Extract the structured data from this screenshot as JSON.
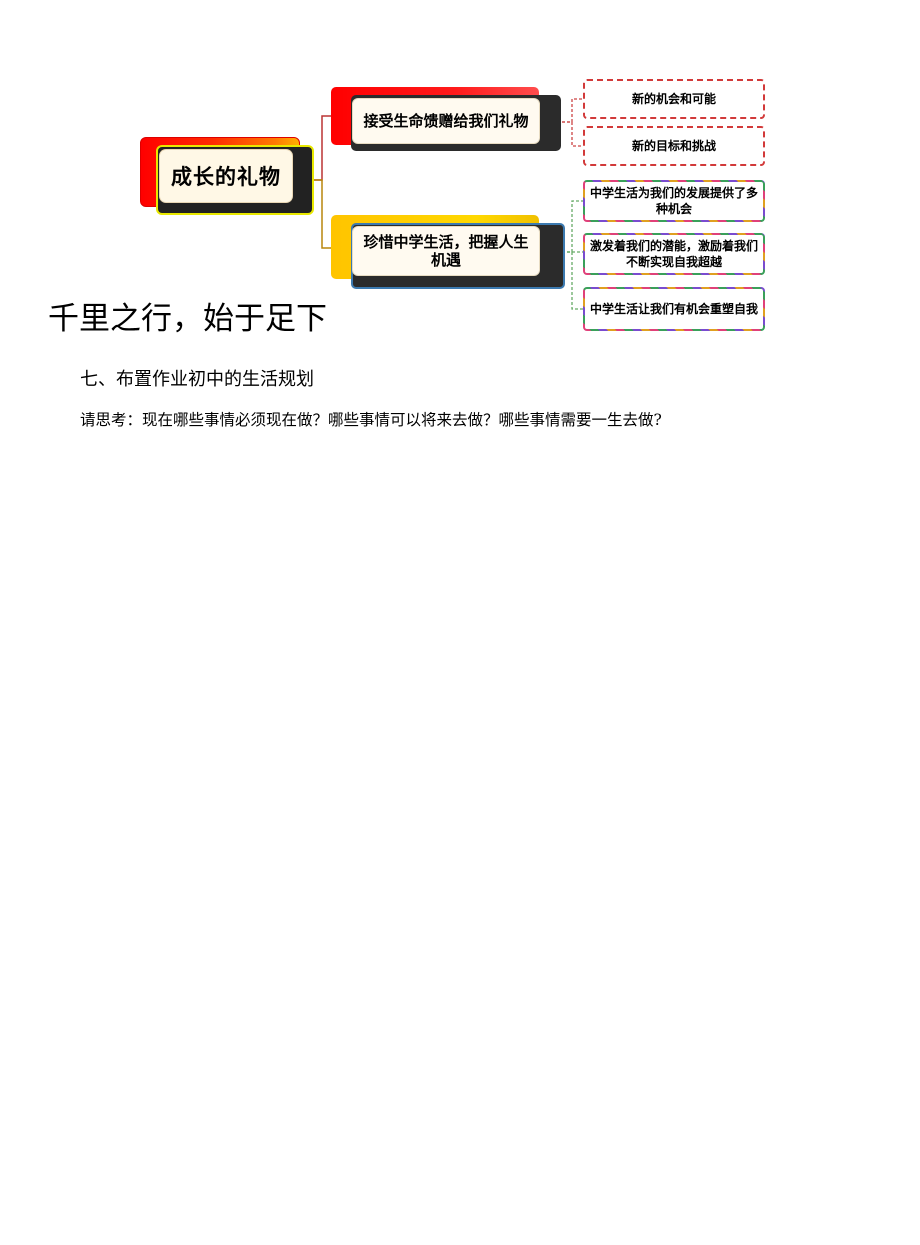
{
  "mindmap": {
    "root": "成长的礼物",
    "branches": [
      {
        "label": "接受生命馈赠给我们礼物",
        "leaves": [
          "新的机会和可能",
          "新的目标和挑战"
        ]
      },
      {
        "label": "珍惜中学生活，把握人生机遇",
        "leaves": [
          "中学生活为我们的发展提供了多种机会",
          "激发着我们的潜能，激励着我们不断实现自我超越",
          "中学生活让我们有机会重塑自我"
        ]
      }
    ]
  },
  "overlap_text": "千里之行，始于足下",
  "section": {
    "heading": "七、布置作业初中的生活规划",
    "prompt": "请思考：现在哪些事情必须现在做？哪些事情可以将来去做？哪些事情需要一生去做?"
  },
  "colors": {
    "branch1": "#ff0000",
    "branch2": "#ffd000",
    "leaf_border_red": "#d23a3a"
  }
}
